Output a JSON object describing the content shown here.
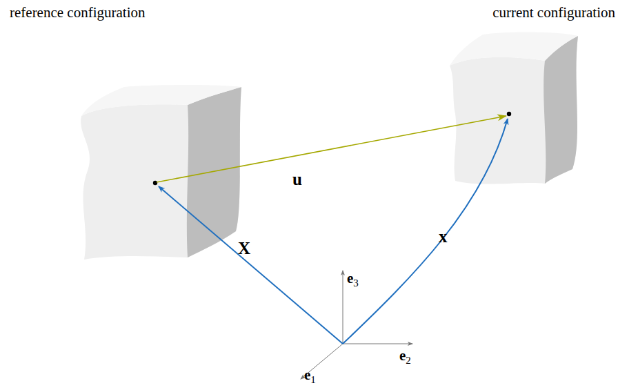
{
  "diagram": {
    "labels": [
      "reference configuration",
      "current configuration",
      "u",
      "X",
      "x",
      "e3",
      "e2",
      "e1"
    ]
  }
}
